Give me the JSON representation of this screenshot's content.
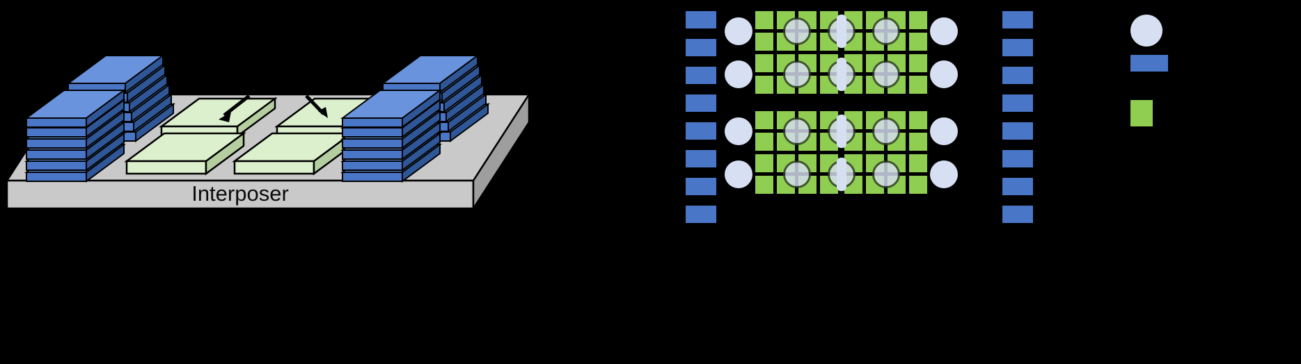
{
  "figure": {
    "background_color": "#000000",
    "panels": [
      "interposer-3d-view",
      "mesh-schematic-view",
      "legend"
    ]
  },
  "interposer": {
    "substrate_label": "Interposer",
    "substrate_color": "#c8c8c8",
    "substrate_side_color": "#a0a0a0",
    "memory_stack_color": "#4a76c8",
    "memory_stack_top_color": "#6a93dd",
    "memory_stack_side_color": "#2f5697",
    "chiplet_color": "#d4e9c4",
    "chiplet_top_color": "#dcf0cd",
    "chiplet_side_color": "#b5ce9f",
    "memory_stacks": [
      {
        "name": "hbm-stack-left-rear",
        "layers": 6
      },
      {
        "name": "hbm-stack-left-front",
        "layers": 6
      },
      {
        "name": "hbm-stack-right-rear",
        "layers": 6
      },
      {
        "name": "hbm-stack-right-front",
        "layers": 6
      }
    ],
    "chiplets": [
      {
        "name": "chiplet-rear-left"
      },
      {
        "name": "chiplet-rear-right"
      },
      {
        "name": "chiplet-front-left"
      },
      {
        "name": "chiplet-front-right"
      }
    ],
    "arrows": [
      {
        "name": "callout-arrow-left",
        "direction": "down-left"
      },
      {
        "name": "callout-arrow-right",
        "direction": "down-right"
      }
    ]
  },
  "schematic": {
    "pad_color": "#4a76c8",
    "mesh_color": "#8fce51",
    "mesh_line_color": "#111111",
    "node_color": "#d7dff2",
    "node_border_color": "#2f3b27",
    "left_pad_count": 8,
    "right_pad_count": 8,
    "mesh_rows": 4,
    "mesh_blocks_per_row": 2,
    "mesh_cols_per_block": 4,
    "row_group_gap_after_row": 2,
    "nodes_per_row": 5
  },
  "legend": {
    "items": [
      {
        "name": "legend-node-marker",
        "glyph": "circle",
        "color": "#d7dff2",
        "label": ""
      },
      {
        "name": "legend-pad-marker",
        "glyph": "rectangle",
        "color": "#4a76c8",
        "label": ""
      },
      {
        "name": "legend-mesh-marker",
        "glyph": "square",
        "color": "#8fce51",
        "label": ""
      }
    ]
  }
}
